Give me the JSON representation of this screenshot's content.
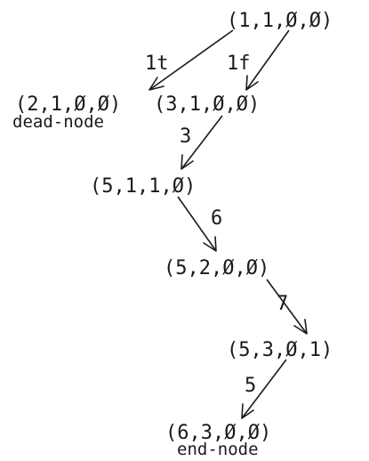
{
  "nodes": [
    {
      "id": "n1",
      "label": "(1,1,Ø,Ø)"
    },
    {
      "id": "n2",
      "label": "(2,1,Ø,Ø)",
      "note": "dead-node"
    },
    {
      "id": "n3",
      "label": "(3,1,Ø,Ø)"
    },
    {
      "id": "n4",
      "label": "(5,1,1,Ø)"
    },
    {
      "id": "n5",
      "label": "(5,2,Ø,Ø)"
    },
    {
      "id": "n6",
      "label": "(5,3,Ø,1)"
    },
    {
      "id": "n7",
      "label": "(6,3,Ø,Ø)",
      "note": "end-node"
    }
  ],
  "edges": [
    {
      "from": "n1",
      "to": "n2",
      "label": "1t"
    },
    {
      "from": "n1",
      "to": "n3",
      "label": "1f"
    },
    {
      "from": "n3",
      "to": "n4",
      "label": "3"
    },
    {
      "from": "n4",
      "to": "n5",
      "label": "6"
    },
    {
      "from": "n5",
      "to": "n6",
      "label": "7"
    },
    {
      "from": "n6",
      "to": "n7",
      "label": "5"
    }
  ]
}
